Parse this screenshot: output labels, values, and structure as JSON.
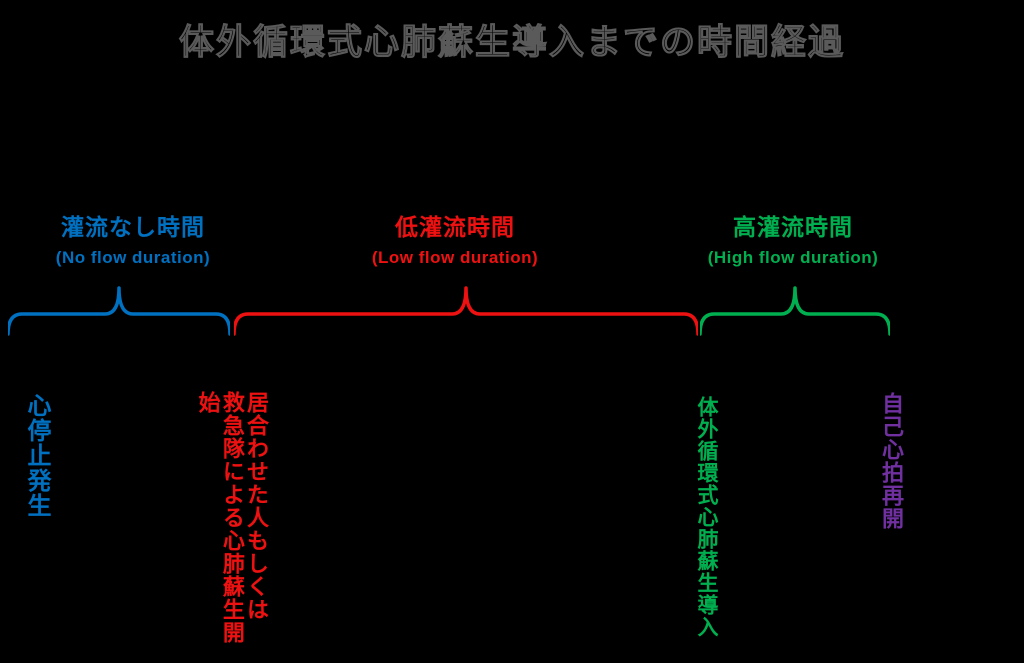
{
  "title": "体外循環式心肺蘇生導入までの時間経過",
  "colors": {
    "background": "#000000",
    "title": "#000000",
    "blue": "#0070c0",
    "red": "#ee1111",
    "green": "#00b050",
    "purple": "#7030a0"
  },
  "phases": [
    {
      "label_jp": "灌流なし時間",
      "label_en": "(No flow duration)",
      "color": "#0070c0"
    },
    {
      "label_jp": "低灌流時間",
      "label_en": "(Low flow duration)",
      "color": "#ee1111"
    },
    {
      "label_jp": "高灌流時間",
      "label_en": "(High flow duration)",
      "color": "#00b050"
    }
  ],
  "events": [
    {
      "text": "心停止発生",
      "color": "#0070c0"
    },
    {
      "text": "居合わせた人もしくは\n救急隊による心肺蘇生開始",
      "color": "#ee1111"
    },
    {
      "text": "体外循環式心肺蘇生導入",
      "color": "#00b050"
    },
    {
      "text": "自己心拍再開",
      "color": "#7030a0"
    }
  ]
}
